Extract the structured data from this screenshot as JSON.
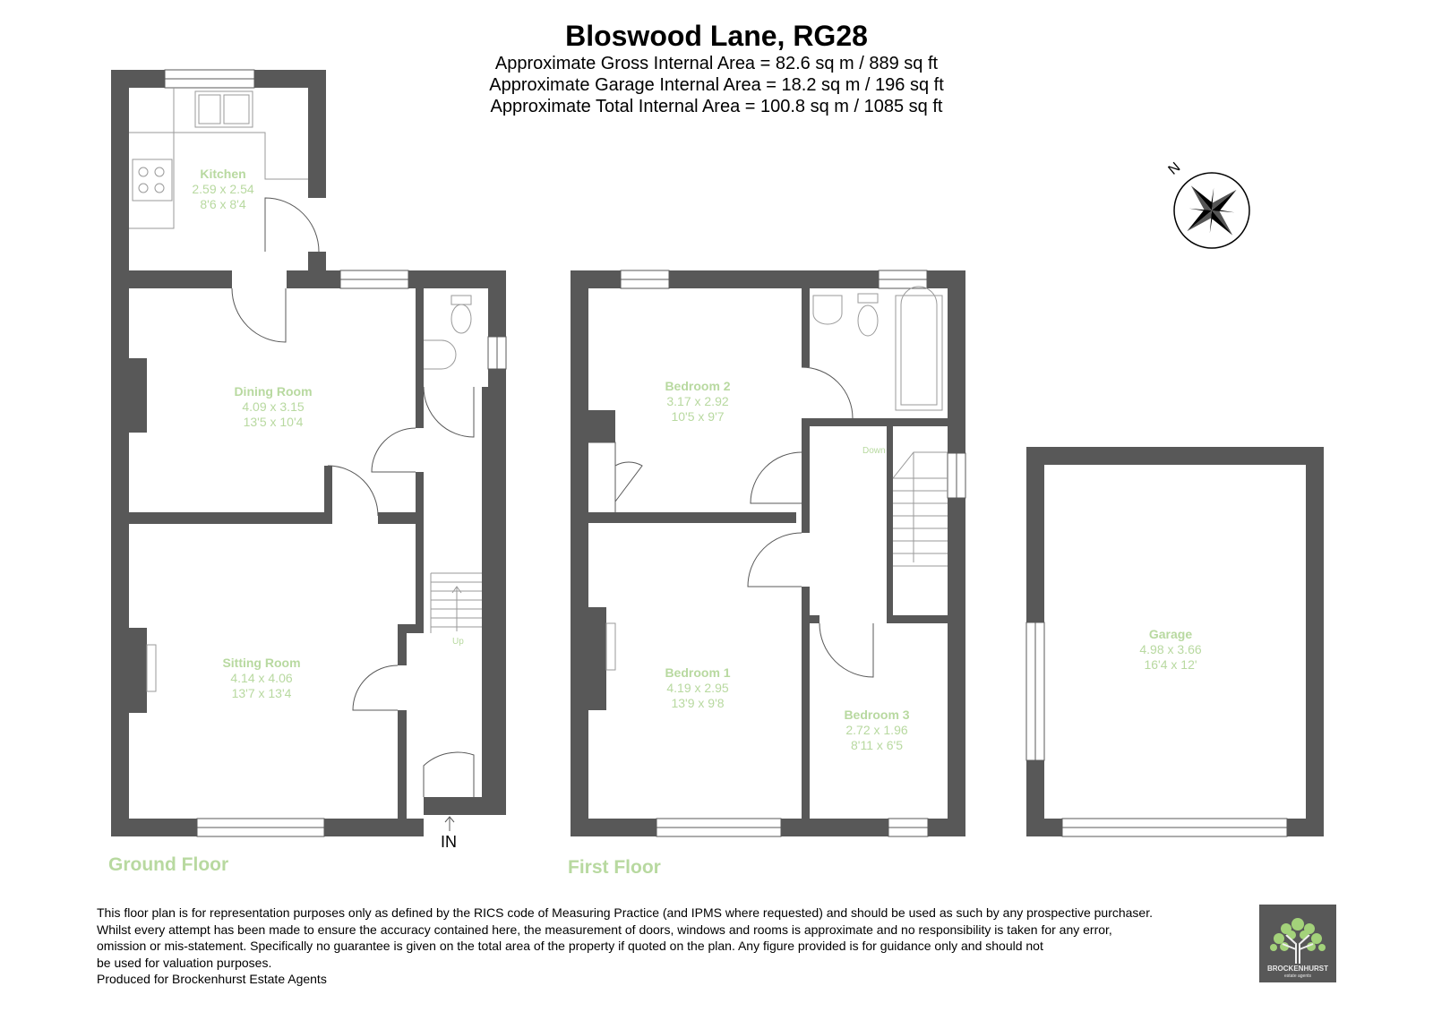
{
  "header": {
    "title": "Bloswood Lane, RG28",
    "gross_area": "Approximate Gross Internal Area = 82.6 sq m / 889 sq ft",
    "garage_area": "Approximate Garage Internal Area = 18.2 sq m / 196 sq ft",
    "total_area": "Approximate Total Internal Area = 100.8 sq m / 1085 sq ft"
  },
  "floors": {
    "ground": "Ground Floor",
    "first": "First Floor"
  },
  "rooms": {
    "kitchen": {
      "name": "Kitchen",
      "metric": "2.59 x 2.54",
      "imperial": "8'6 x 8'4"
    },
    "dining": {
      "name": "Dining Room",
      "metric": "4.09 x 3.15",
      "imperial": "13'5 x 10'4"
    },
    "sitting": {
      "name": "Sitting Room",
      "metric": "4.14 x 4.06",
      "imperial": "13'7 x 13'4"
    },
    "bedroom2": {
      "name": "Bedroom 2",
      "metric": "3.17 x 2.92",
      "imperial": "10'5 x 9'7"
    },
    "bedroom1": {
      "name": "Bedroom 1",
      "metric": "4.19 x 2.95",
      "imperial": "13'9 x 9'8"
    },
    "bedroom3": {
      "name": "Bedroom 3",
      "metric": "2.72 x 1.96",
      "imperial": "8'11 x 6'5"
    },
    "garage": {
      "name": "Garage",
      "metric": "4.98 x 3.66",
      "imperial": "16'4 x 12'"
    }
  },
  "stairs": {
    "up": "Up",
    "down": "Down"
  },
  "entrance": "IN",
  "compass": {
    "north": "N"
  },
  "colors": {
    "wall": "#585858",
    "label": "#b8d9a0",
    "fixture": "#9a9a9a"
  },
  "disclaimer": [
    "This floor plan is for representation purposes only as defined by the RICS code of Measuring Practice (and IPMS where requested) and should be used as such by any prospective purchaser.",
    "Whilst every attempt has been made to ensure the accuracy contained here, the measurement of doors, windows and rooms is approximate and no responsibility is taken for any error,",
    "omission or mis-statement. Specifically no guarantee is given on the total area of the property if quoted on the plan. Any figure provided is for guidance only and should not",
    "be used for valuation purposes.",
    "Produced for Brockenhurst Estate Agents"
  ],
  "logo": {
    "name": "BROCKENHURST",
    "tagline": "estate agents"
  }
}
